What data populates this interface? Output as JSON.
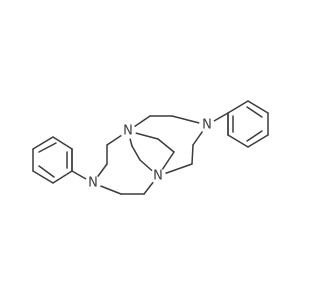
{
  "diagram": {
    "type": "skeletal-structure",
    "colors": {
      "background": "#ffffff",
      "bond": "#3c3c3c",
      "label": "#3c3c3c"
    },
    "atoms": {
      "n_top": {
        "label": "N"
      },
      "n_right": {
        "label": "N"
      },
      "n_left": {
        "label": "N"
      },
      "n_bottom": {
        "label": "N"
      }
    }
  }
}
